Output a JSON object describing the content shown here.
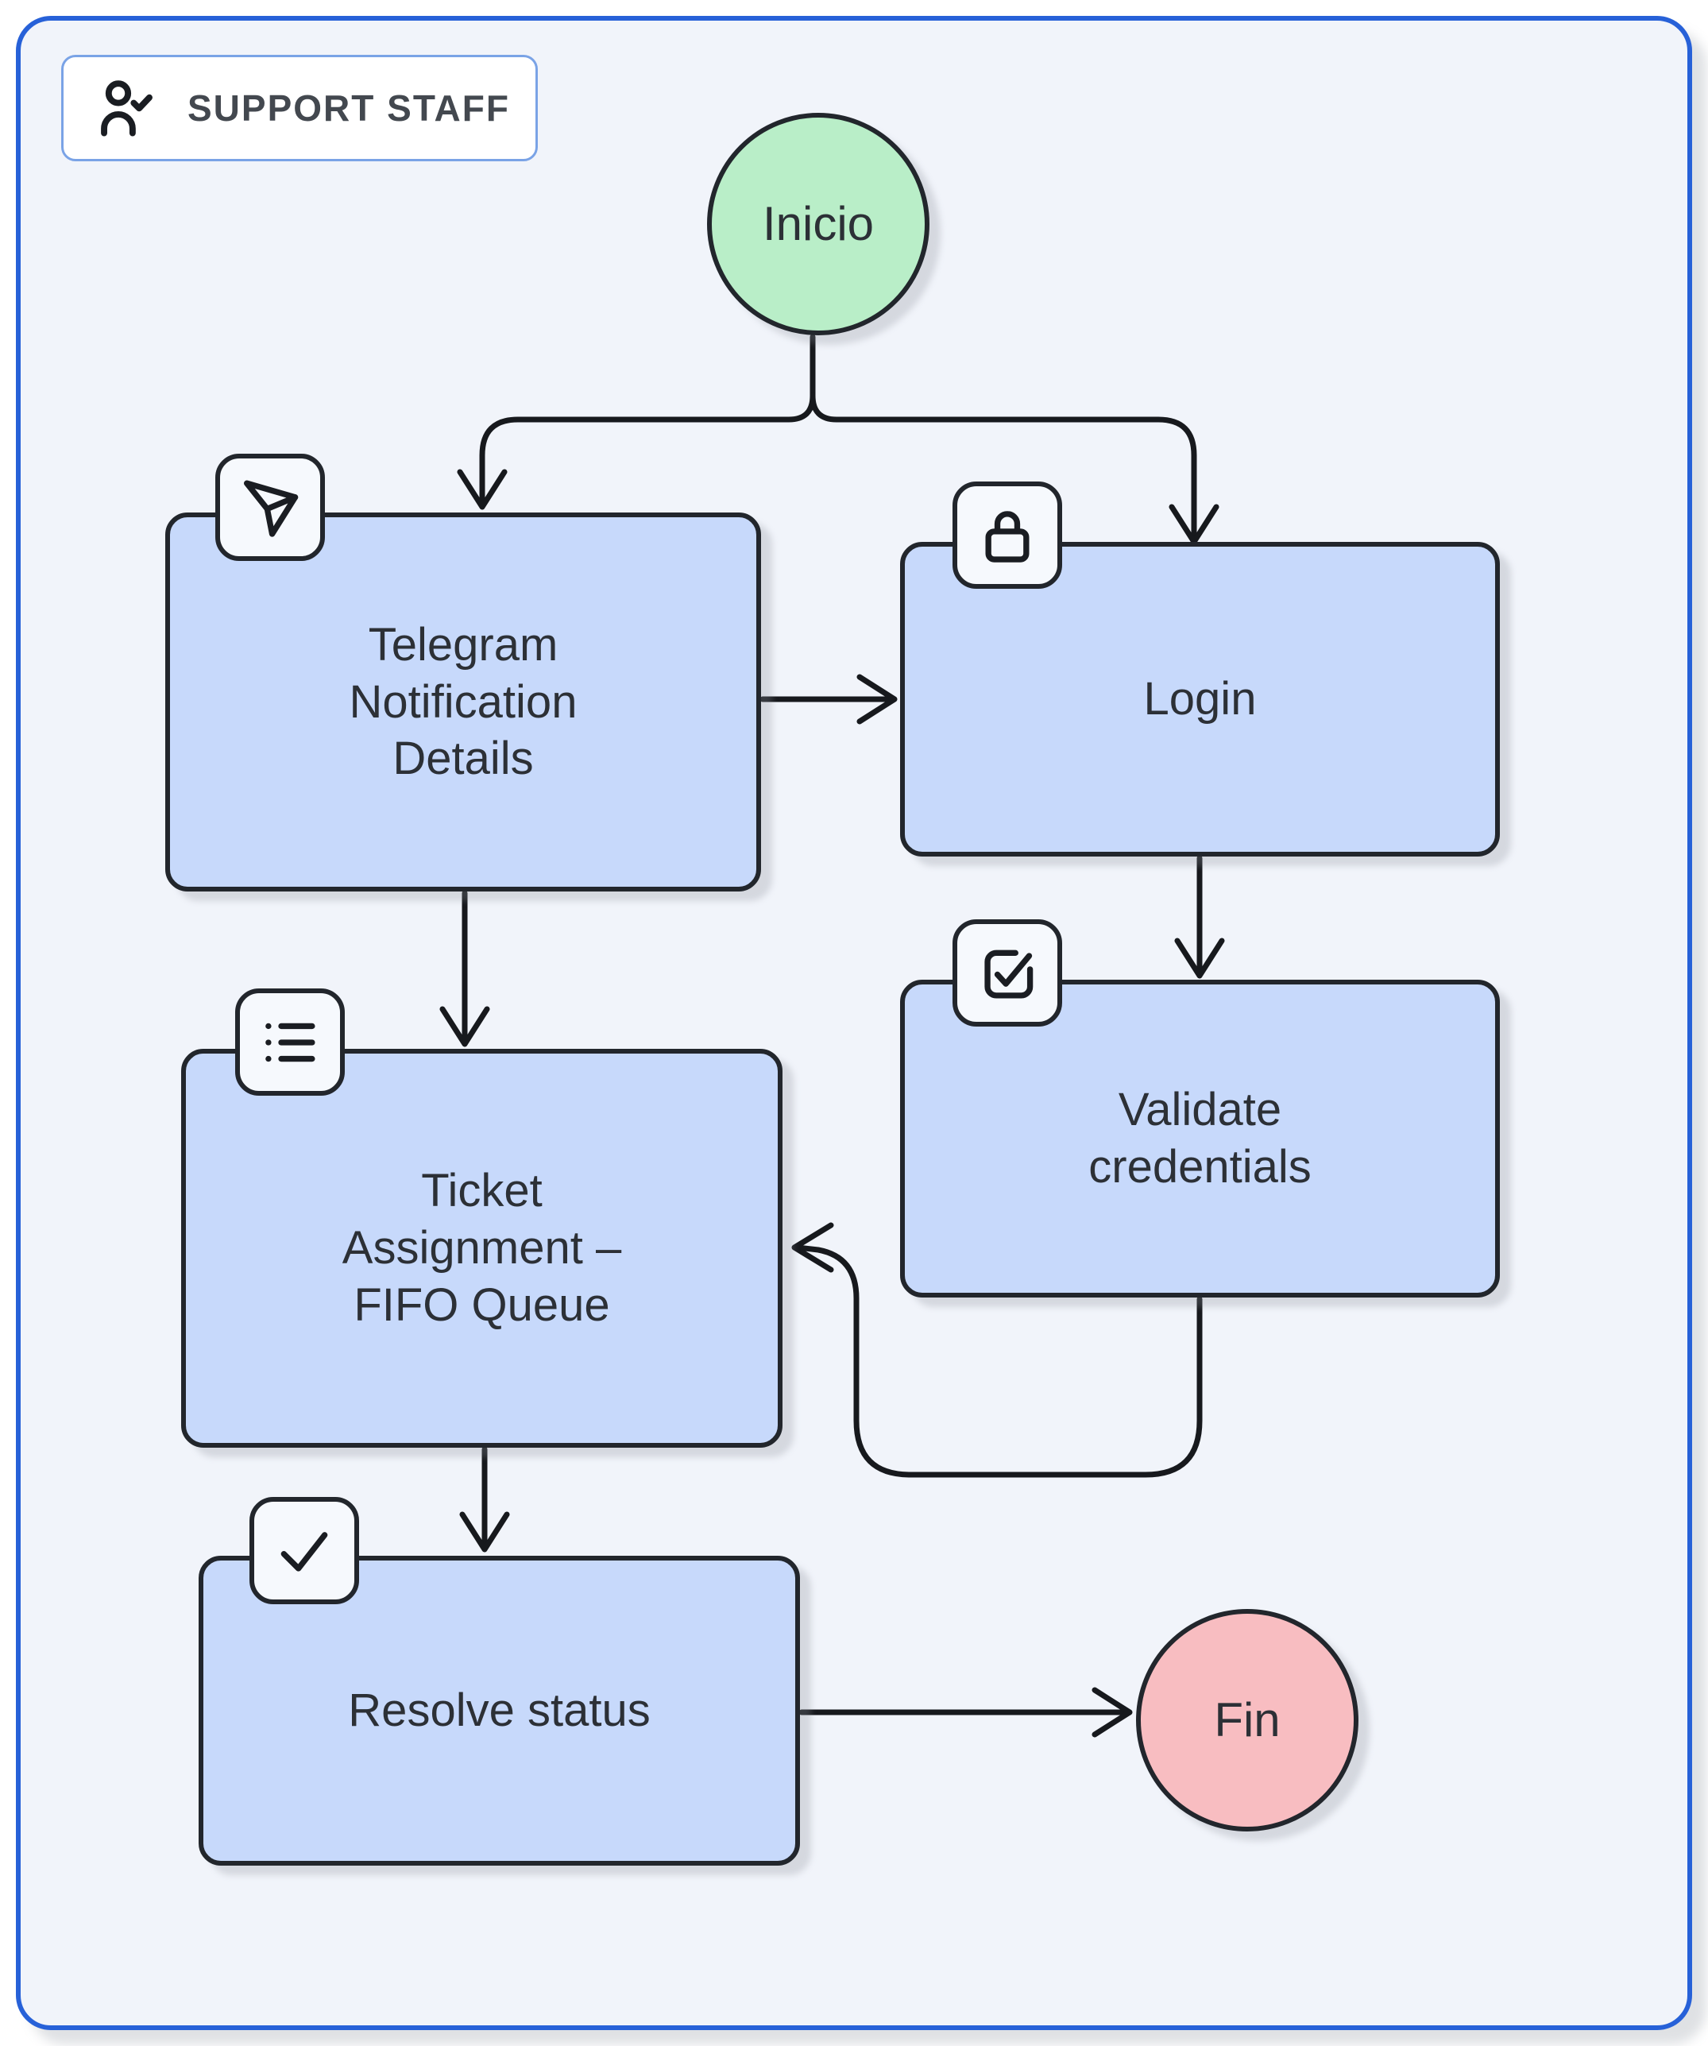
{
  "header": {
    "label": "SUPPORT STAFF",
    "icon": "user-check-icon"
  },
  "nodes": {
    "start": {
      "label": "Inicio",
      "type": "start"
    },
    "telegram": {
      "label": "Telegram\nNotification\nDetails",
      "icon": "send-icon",
      "type": "process"
    },
    "login": {
      "label": "Login",
      "icon": "lock-icon",
      "type": "process"
    },
    "validate": {
      "label": "Validate\ncredentials",
      "icon": "check-square-icon",
      "type": "process"
    },
    "ticket": {
      "label": "Ticket\nAssignment –\nFIFO Queue",
      "icon": "list-icon",
      "type": "process"
    },
    "resolve": {
      "label": "Resolve status",
      "icon": "check-icon",
      "type": "process"
    },
    "end": {
      "label": "Fin",
      "type": "end"
    }
  },
  "edges": [
    {
      "from": "Inicio",
      "to": "Telegram Notification Details"
    },
    {
      "from": "Inicio",
      "to": "Login"
    },
    {
      "from": "Telegram Notification Details",
      "to": "Login"
    },
    {
      "from": "Login",
      "to": "Validate credentials"
    },
    {
      "from": "Telegram Notification Details",
      "to": "Ticket Assignment – FIFO Queue"
    },
    {
      "from": "Validate credentials",
      "to": "Ticket Assignment – FIFO Queue"
    },
    {
      "from": "Ticket Assignment – FIFO Queue",
      "to": "Resolve status"
    },
    {
      "from": "Resolve status",
      "to": "Fin"
    }
  ],
  "colors": {
    "frame-border": "#2761d8",
    "frame-bg": "#f1f4fa",
    "node-fill": "#c7d9fb",
    "node-border": "#22262c",
    "start-fill": "#b9eec8",
    "end-fill": "#f8bdc1",
    "badge-bg": "#f6f9fd",
    "text": "#2c3036",
    "arrow": "#17191d",
    "header-border": "#7aa3e6"
  }
}
